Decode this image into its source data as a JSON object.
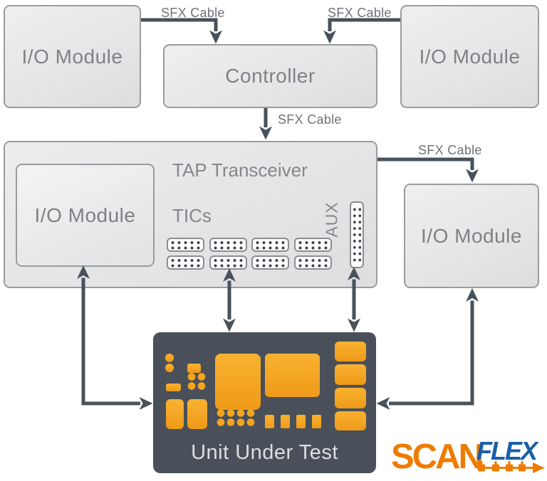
{
  "diagram": {
    "nodes": {
      "io_module_top_left": {
        "label": "I/O Module"
      },
      "controller": {
        "label": "Controller"
      },
      "io_module_top_right": {
        "label": "I/O Module"
      },
      "tap_transceiver": {
        "title": "TAP Transceiver",
        "io_module": {
          "label": "I/O Module"
        },
        "tics": {
          "label": "TICs",
          "connector_count": 8
        },
        "aux": {
          "label": "AUX"
        }
      },
      "io_module_right": {
        "label": "I/O Module"
      },
      "unit_under_test": {
        "label": "Unit Under Test"
      }
    },
    "cables": {
      "io_left_to_controller": "SFX Cable",
      "io_right_to_controller": "SFX Cable",
      "controller_to_tap": "SFX Cable",
      "tap_to_io_right": "SFX Cable"
    },
    "colors": {
      "arrow": "#49525A",
      "box_border": "#9A9B9F",
      "box_text": "#7E8186",
      "uut_background": "#495059",
      "uut_text": "#DCDFE2",
      "component_orange": "#F2A21F",
      "logo_orange": "#EE7C00",
      "logo_blue": "#1A5FA8"
    }
  },
  "logo": {
    "scan": "SCAN",
    "flex": "FLEX"
  }
}
